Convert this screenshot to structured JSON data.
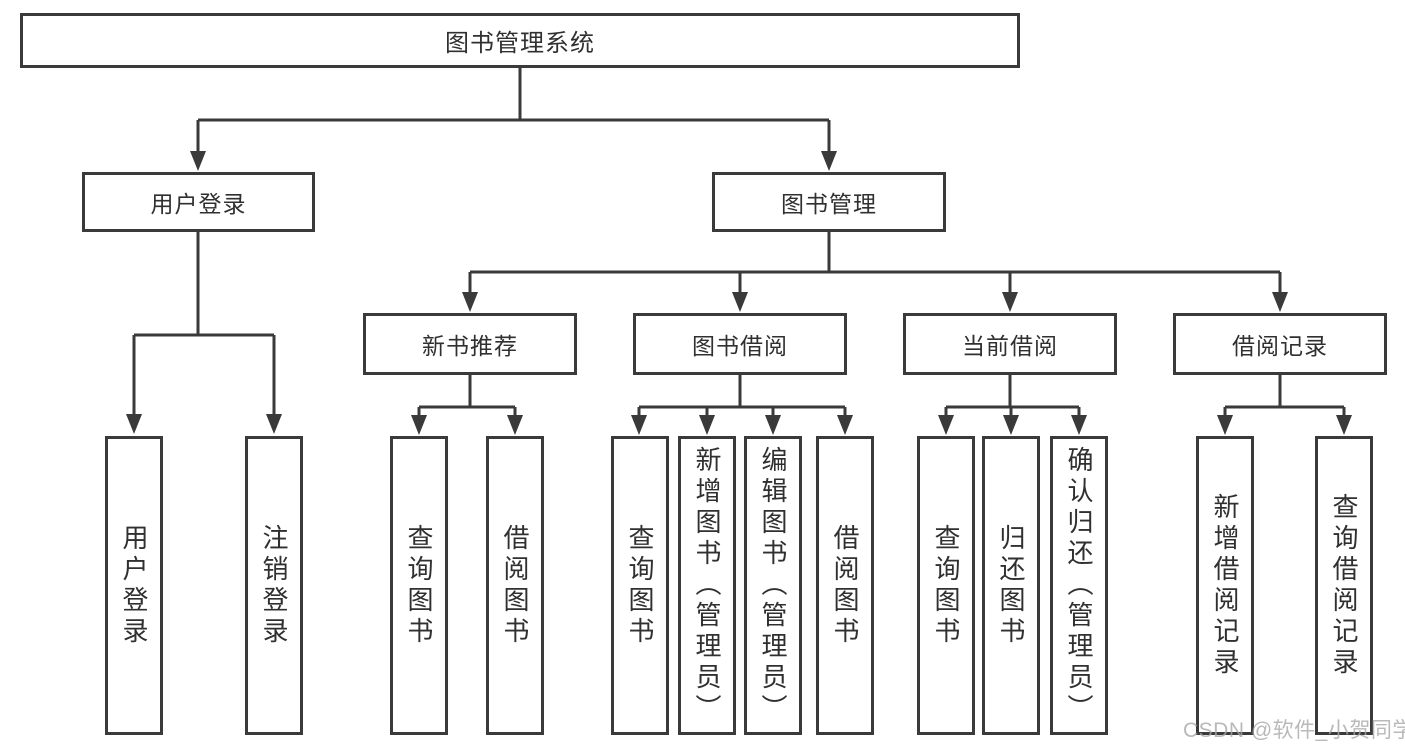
{
  "tree": {
    "root": "图书管理系统",
    "user_login": {
      "label": "用户登录",
      "children": [
        "用户登录",
        "注销登录"
      ]
    },
    "book_mgmt": {
      "label": "图书管理",
      "children": [
        {
          "label": "新书推荐",
          "children": [
            "查询图书",
            "借阅图书"
          ]
        },
        {
          "label": "图书借阅",
          "children": [
            "查询图书",
            "新增图书（管理员）",
            "编辑图书（管理员）",
            "借阅图书"
          ]
        },
        {
          "label": "当前借阅",
          "children": [
            "查询图书",
            "归还图书",
            "确认归还（管理员）"
          ]
        },
        {
          "label": "借阅记录",
          "children": [
            "新增借阅记录",
            "查询借阅记录"
          ]
        }
      ]
    }
  },
  "watermark": "CSDN @软件_小贺同学",
  "colors": {
    "line": "#3a3a3a",
    "text": "#303030",
    "watermark_gray": "#a8a8a8",
    "background": "#ffffff"
  }
}
